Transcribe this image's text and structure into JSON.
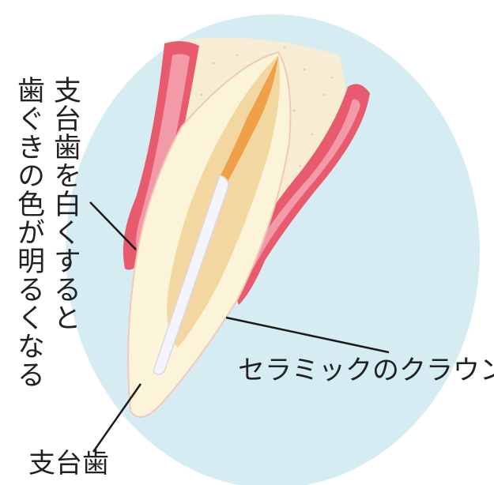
{
  "labels": {
    "gum_color_line1": "支台歯を白くすると",
    "gum_color_line2": "歯ぐきの色が明るくなる",
    "ceramic_crown": "セラミックのクラウン",
    "abutment_tooth": "支台歯"
  },
  "colors": {
    "background_oval": "#d6ecf3",
    "gum": "#e85a6e",
    "bone": "#f6edd4",
    "crown": "#fbf4d9",
    "tooth_core": "#f3d7a0",
    "root_canal": "#f0a048",
    "post": "#f4f4fa",
    "leader_line": "#1a1a1a"
  }
}
